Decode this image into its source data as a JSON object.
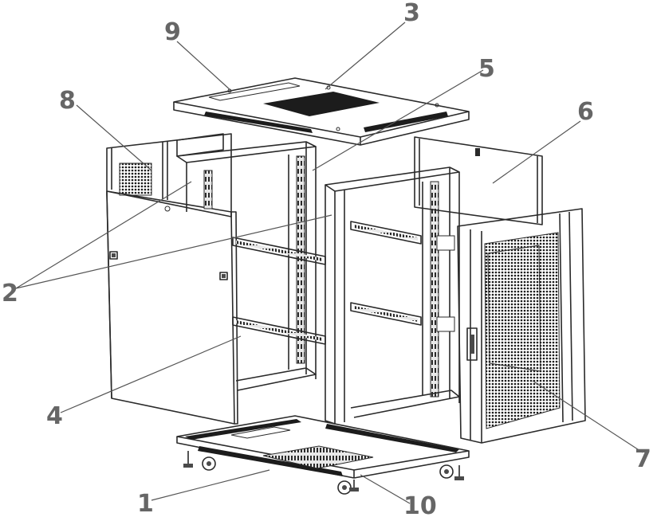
{
  "callouts": [
    {
      "id": "1",
      "label": "1"
    },
    {
      "id": "2",
      "label": "2"
    },
    {
      "id": "3",
      "label": "3"
    },
    {
      "id": "4",
      "label": "4"
    },
    {
      "id": "5",
      "label": "5"
    },
    {
      "id": "6",
      "label": "6"
    },
    {
      "id": "7",
      "label": "7"
    },
    {
      "id": "8",
      "label": "8"
    },
    {
      "id": "9",
      "label": "9"
    },
    {
      "id": "10",
      "label": "10"
    }
  ],
  "colors": {
    "line": "#2a2a2a",
    "label": "#666666",
    "vent": "#1c1c1c",
    "background": "#ffffff"
  }
}
